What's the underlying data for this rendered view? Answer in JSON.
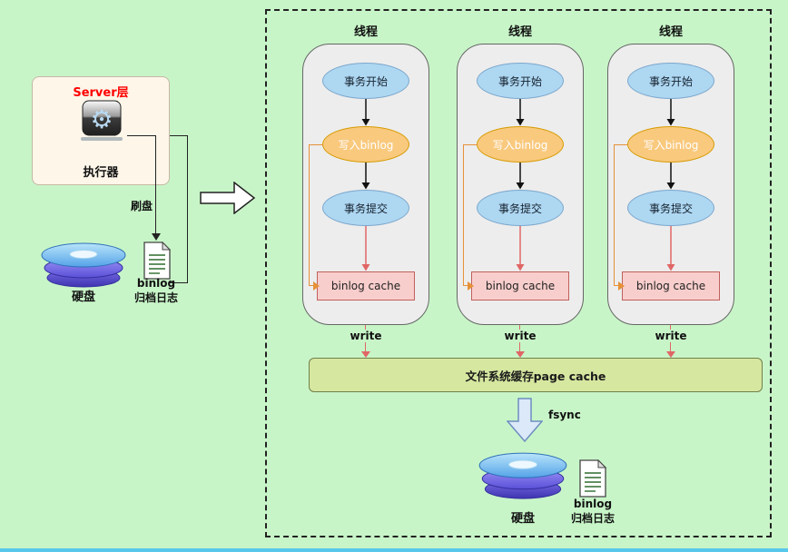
{
  "left": {
    "server_title": "Server层",
    "executor_label": "执行器",
    "flush_label": "刷盘",
    "disk_label": "硬盘",
    "binlog_line1": "binlog",
    "binlog_line2": "归档日志"
  },
  "threads": [
    {
      "title": "线程",
      "step1": "事务开始",
      "step2": "写入binlog",
      "step3": "事务提交",
      "cache": "binlog cache",
      "write": "write"
    },
    {
      "title": "线程",
      "step1": "事务开始",
      "step2": "写入binlog",
      "step3": "事务提交",
      "cache": "binlog cache",
      "write": "write"
    },
    {
      "title": "线程",
      "step1": "事务开始",
      "step2": "写入binlog",
      "step3": "事务提交",
      "cache": "binlog cache",
      "write": "write"
    }
  ],
  "page_cache": {
    "label": "文件系统缓存page cache"
  },
  "fsync": {
    "label": "fsync"
  },
  "bottom": {
    "disk_label": "硬盘",
    "binlog_line1": "binlog",
    "binlog_line2": "归档日志"
  },
  "colors": {
    "background": "#c8f5c8",
    "thread_panel": "#ededed",
    "blue_node": "#aed7f2",
    "orange_node": "#f9c97e",
    "pink_cache": "#f8cecc",
    "green_bar": "#d6e7a0",
    "red_arrow": "#e06666",
    "orange_arrow": "#e69138",
    "server_title_red": "#ff0000"
  }
}
